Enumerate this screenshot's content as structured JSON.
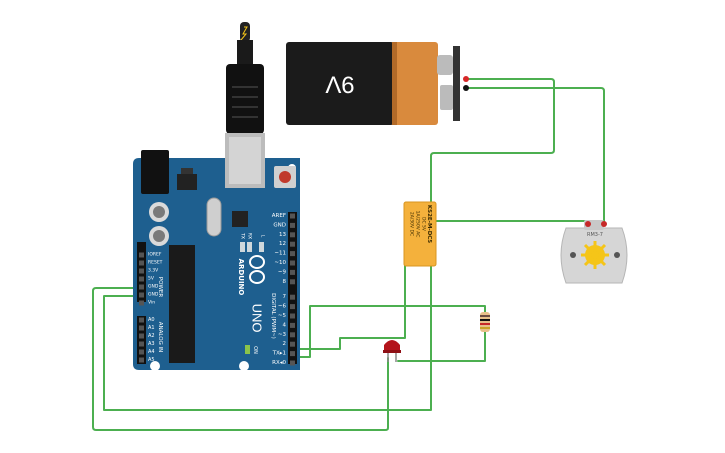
{
  "battery": {
    "label": "9V"
  },
  "arduino": {
    "brand": "ARDUINO",
    "model": "UNO",
    "digital_header": "DIGITAL (PWM~)",
    "power_header": "POWER",
    "analog_header": "ANALOG IN",
    "on_label": "ON",
    "led_labels": [
      "TX",
      "RX",
      "L"
    ],
    "digital_pins": [
      "AREF",
      "GND",
      "13",
      "12",
      "~11",
      "~10",
      "~9",
      "8",
      "7",
      "~6",
      "~5",
      "4",
      "~3",
      "2",
      "TX▸1",
      "RX◂0"
    ],
    "power_pins": [
      "IOREF",
      "RESET",
      "3.3V",
      "5V",
      "GND",
      "GND",
      "Vin"
    ],
    "analog_pins": [
      "A0",
      "A1",
      "A2",
      "A3",
      "A4",
      "A5"
    ]
  },
  "relay": {
    "lines": [
      "KS2E-M-DC5",
      "DC 5V",
      "1A/250V AC",
      "2A/30V DC"
    ]
  },
  "motor": {
    "label": "RM3-7"
  },
  "colors": {
    "wire": "#4caf50",
    "board": "#1e5f8f",
    "relay": "#f4b13c",
    "battery_copper": "#d98a3d",
    "led": "#b3141b"
  }
}
